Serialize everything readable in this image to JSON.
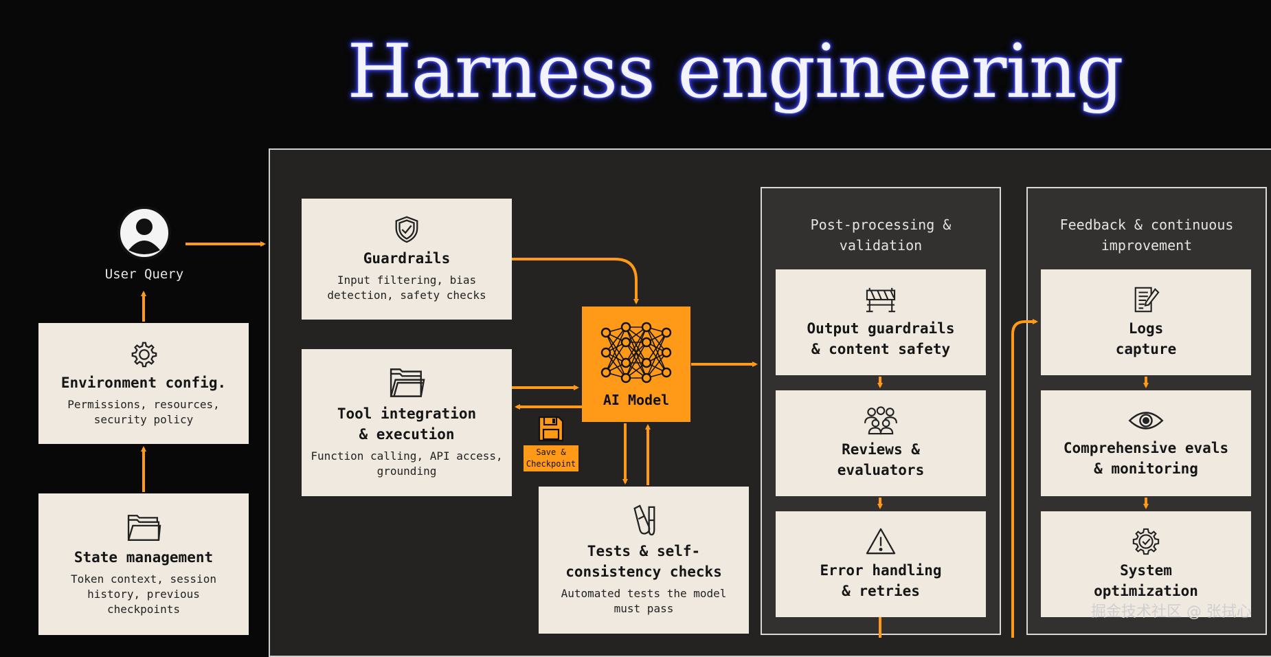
{
  "title": "Harness engineering",
  "user_query": {
    "label": "User Query"
  },
  "left_cards": {
    "environment": {
      "title": "Environment config.",
      "desc": "Permissions, resources,\nsecurity policy"
    },
    "state": {
      "title": "State management",
      "desc": "Token context, session\nhistory, previous\ncheckpoints"
    }
  },
  "inner_cards": {
    "guardrails": {
      "title": "Guardrails",
      "desc": "Input filtering, bias\ndetection, safety checks"
    },
    "tools": {
      "title": "Tool integration\n& execution",
      "desc": "Function calling, API access,\ngrounding"
    },
    "ai_model": {
      "title": "AI Model"
    },
    "save": {
      "label": "Save &\nCheckpoint"
    },
    "tests": {
      "title": "Tests & self-\nconsistency checks",
      "desc": "Automated tests the model\nmust pass"
    }
  },
  "post_processing": {
    "title": "Post-processing &\nvalidation",
    "cards": [
      {
        "title": "Output guardrails\n& content safety",
        "icon": "barrier-icon"
      },
      {
        "title": "Reviews &\nevaluators",
        "icon": "people-group-icon"
      },
      {
        "title": "Error handling\n& retries",
        "icon": "warning-icon"
      }
    ]
  },
  "feedback": {
    "title": "Feedback & continuous\nimprovement",
    "cards": [
      {
        "title": "Logs\ncapture",
        "icon": "document-pen-icon"
      },
      {
        "title": "Comprehensive evals\n& monitoring",
        "icon": "eye-icon"
      },
      {
        "title": "System\noptimization",
        "icon": "gear-check-icon"
      }
    ]
  },
  "watermark": "掘金技术社区 @ 张拭心",
  "colors": {
    "accent": "#ff9a18",
    "card": "#efe9df",
    "panel": "#242322",
    "background": "#080808"
  }
}
